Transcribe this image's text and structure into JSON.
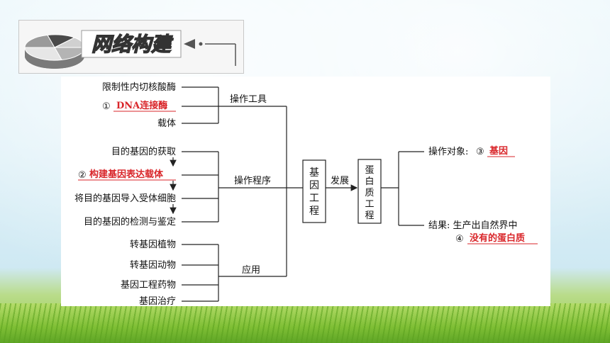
{
  "header": {
    "title": "网络构建"
  },
  "tools": {
    "item1": "限制性内切核酸酶",
    "item2_num": "①",
    "item2_answer": "DNA连接酶",
    "item3": "载体",
    "label": "操作工具"
  },
  "procedure": {
    "step1": "目的基因的获取",
    "step2_num": "②",
    "step2_answer": "构建基因表达载体",
    "step3": "将目的基因导入受体细胞",
    "step4": "目的基因的检测与鉴定",
    "label": "操作程序"
  },
  "applications": {
    "item1": "转基因植物",
    "item2": "转基因动物",
    "item3": "基因工程药物",
    "item4": "基因治疗",
    "label": "应用"
  },
  "genetic_engineering": {
    "chars": [
      "基",
      "因",
      "工",
      "程"
    ]
  },
  "develop_label": "发展",
  "protein_engineering": {
    "chars": [
      "蛋",
      "白",
      "质",
      "工",
      "程"
    ]
  },
  "target": {
    "prefix": "操作对象:",
    "num": "③",
    "answer": "基因"
  },
  "result": {
    "line1": "结果: 生产出自然界中",
    "num": "④",
    "answer": "没有的蛋白质"
  },
  "colors": {
    "answer": "#d9262a",
    "line": "#222222"
  }
}
